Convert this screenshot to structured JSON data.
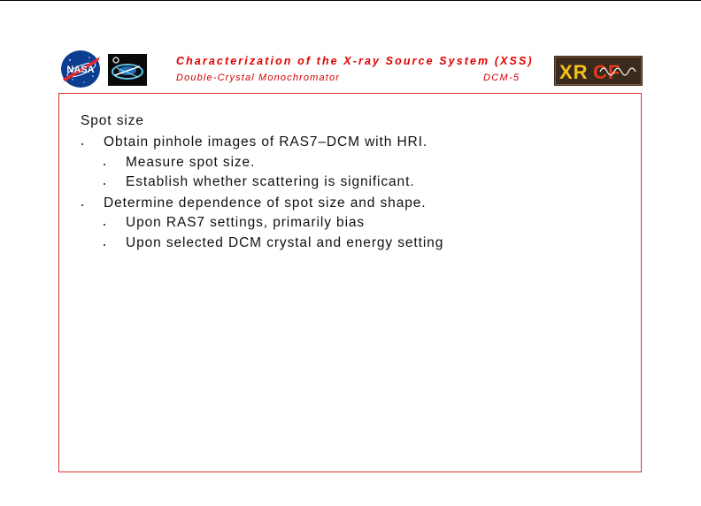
{
  "header": {
    "title": "Characterization of the X-ray Source System (XSS)",
    "subtitle": "Double-Crystal Monochromator",
    "doc_code": "DCM-5",
    "logos": {
      "left_primary": "nasa-logo",
      "left_secondary": "program-emblem",
      "right": "xrcf-logo"
    },
    "colors": {
      "header_text": "#d10000",
      "box_border": "#e03030",
      "nasa_blue": "#0b3d91",
      "xrcf_yellow": "#f2c318"
    }
  },
  "content": {
    "heading": "Spot size",
    "items": [
      {
        "text": "Obtain pinhole images of RAS7–DCM with HRI.",
        "subitems": [
          "Measure spot size.",
          "Establish whether scattering is significant."
        ]
      },
      {
        "text": "Determine dependence of spot size and shape.",
        "subitems": [
          "Upon RAS7 settings, primarily bias",
          "Upon selected DCM crystal and energy setting"
        ]
      }
    ]
  }
}
